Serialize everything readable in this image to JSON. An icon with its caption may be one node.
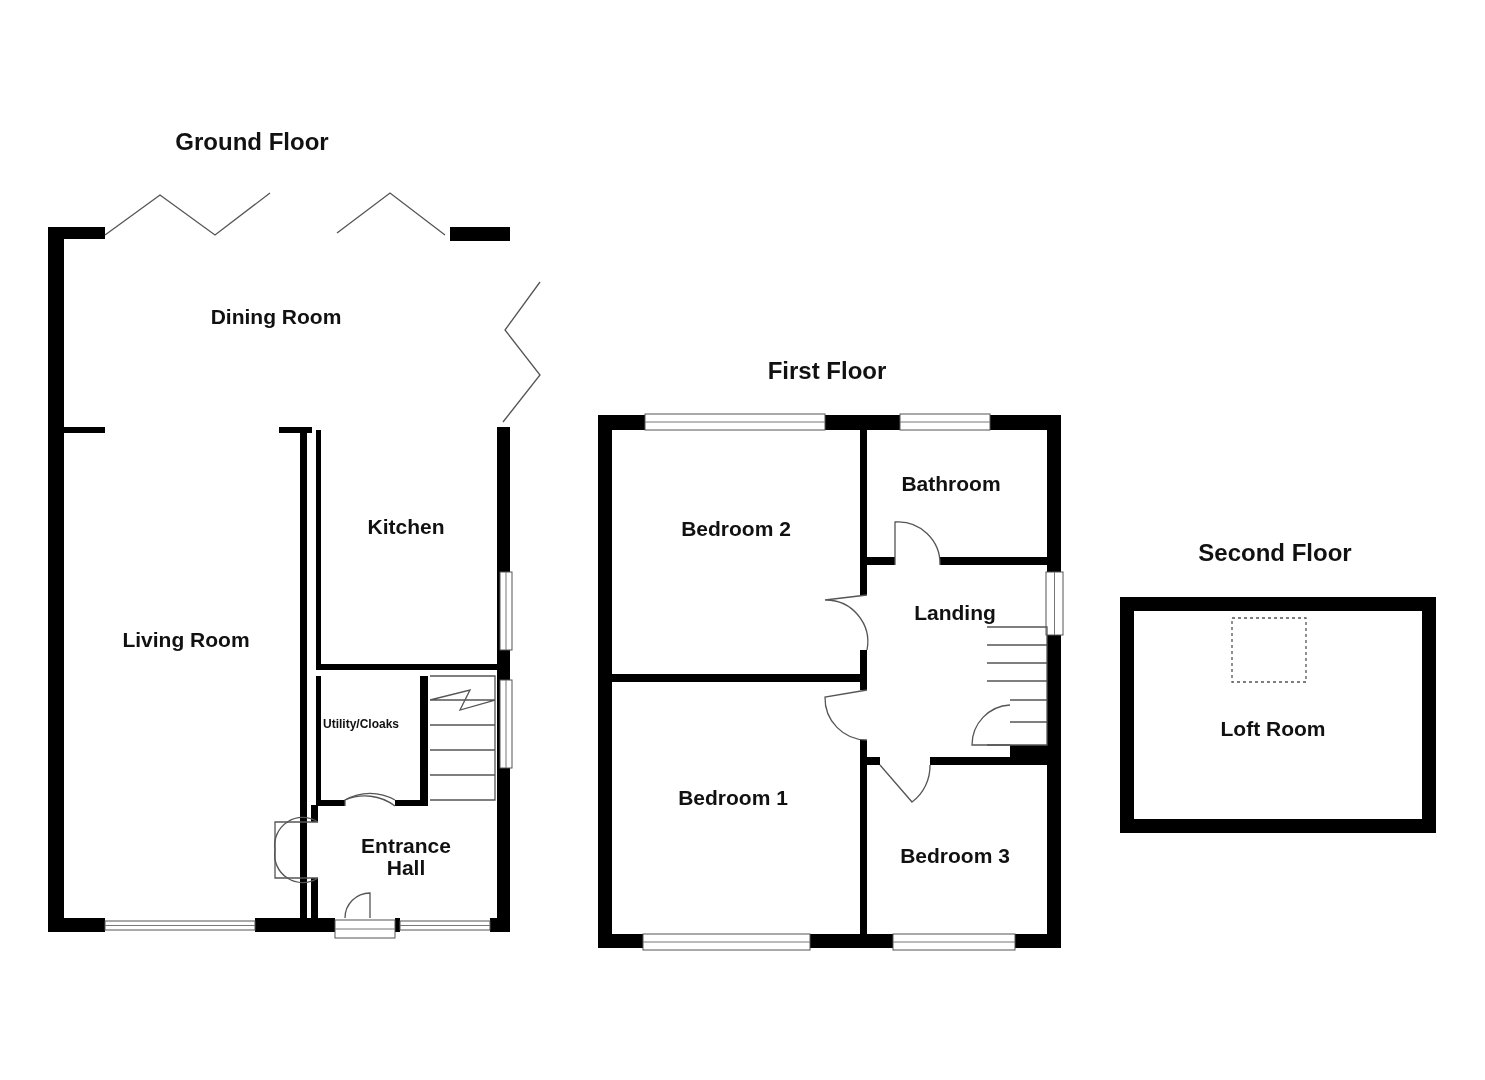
{
  "diagram": {
    "labels": [
      "Ground Floor",
      "Dining Room",
      "Kitchen",
      "Living Room",
      "Utility/Cloaks",
      "Entrance Hall",
      "First Floor",
      "Bathroom",
      "Bedroom 2",
      "Landing",
      "Bedroom 1",
      "Bedroom 3",
      "Second Floor",
      "Loft Room"
    ]
  }
}
